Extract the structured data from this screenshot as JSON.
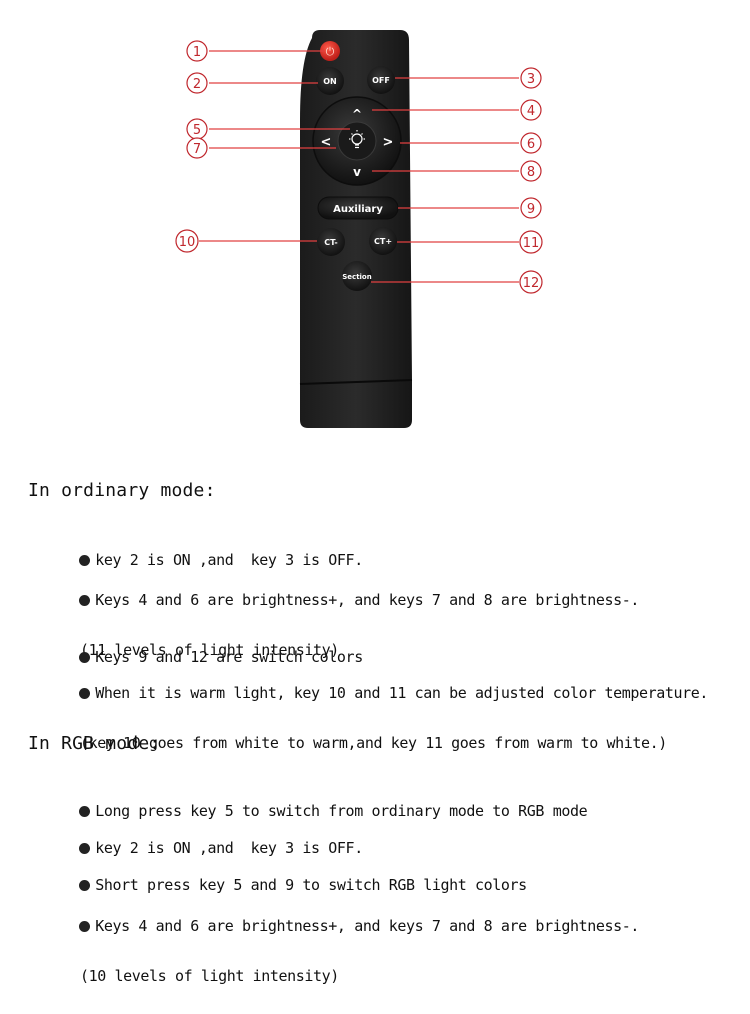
{
  "remote": {
    "buttons": {
      "on": "ON",
      "off": "OFF",
      "up": "^",
      "left": "<",
      "right": ">",
      "down": "v",
      "auxiliary": "Auxiliary",
      "ct_minus": "CT-",
      "ct_plus": "CT+",
      "section": "Section"
    },
    "callouts": [
      "①",
      "②",
      "③",
      "④",
      "⑤",
      "⑥",
      "⑦",
      "⑧",
      "⑨",
      "⑩",
      "⑪",
      "⑫"
    ]
  },
  "ordinary": {
    "title": "In ordinary mode:",
    "items": [
      {
        "line1": "key 2 is ON ,and  key 3 is OFF.",
        "line2": ""
      },
      {
        "line1": "Keys 4 and 6 are brightness+, and keys 7 and 8 are brightness-.",
        "line2": "(11 levels of light intensity)"
      },
      {
        "line1": "Keys 9 and 12 are switch colors",
        "line2": ""
      },
      {
        "line1": "When it is warm light, key 10 and 11 can be adjusted color temperature.",
        "line2": "(key 10 goes from white to warm,and key 11 goes from warm to white.)"
      }
    ]
  },
  "rgb": {
    "title": "In RGB mode:",
    "items": [
      {
        "line1": "Long press key 5 to switch from ordinary mode to RGB mode",
        "line2": ""
      },
      {
        "line1": "key 2 is ON ,and  key 3 is OFF.",
        "line2": ""
      },
      {
        "line1": "Short press key 5 and 9 to switch RGB light colors",
        "line2": ""
      },
      {
        "line1": "Keys 4 and 6 are brightness+, and keys 7 and 8 are brightness-.",
        "line2": "(10 levels of light intensity)"
      }
    ]
  }
}
